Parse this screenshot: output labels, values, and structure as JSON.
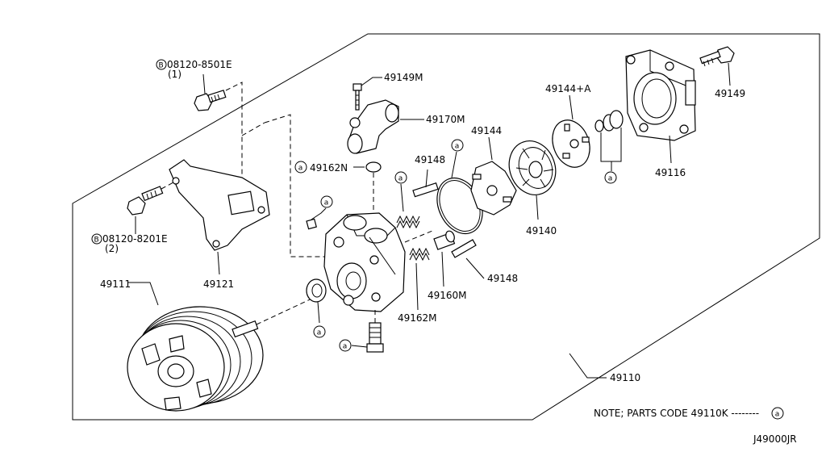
{
  "callouts": {
    "bolt_8501": "08120-8501E",
    "bolt_8501_qty": "(1)",
    "bolt_8201": "08120-8201E",
    "bolt_8201_qty": "(2)",
    "bracket": "49121",
    "pulley": "49111",
    "bolt_49149m": "49149M",
    "elbow": "49170M",
    "oring_49162n": "49162N",
    "pin_upper": "49148",
    "pin_lower": "49148",
    "cam_ring": "49144",
    "cam_ring_a": "49144+A",
    "rotor": "49140",
    "rear_cover": "49116",
    "bolt_49149": "49149",
    "valve": "49160M",
    "spring": "49162M",
    "assembly": "49110",
    "bolt_symbol": "B",
    "kit_symbol": "a"
  },
  "note": "NOTE; PARTS CODE 49110K --------",
  "diagram_code": "J49000JR"
}
